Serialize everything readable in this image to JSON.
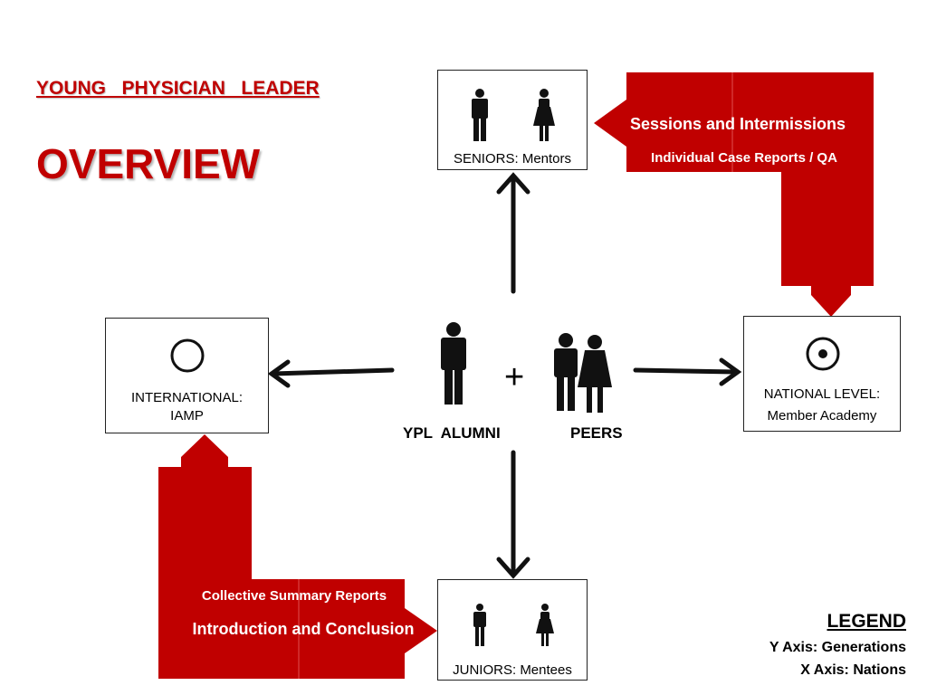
{
  "title": {
    "line1": "YOUNG   PHYSICIAN   LEADER",
    "line2": "OVERVIEW"
  },
  "boxes": {
    "seniors": "SENIORS: Mentors",
    "juniors": "JUNIORS:  Mentees",
    "international_line1": "INTERNATIONAL:",
    "international_line2": "IAMP",
    "national_line1": "NATIONAL LEVEL:",
    "national_line2": "Member Academy"
  },
  "center": {
    "alumni_label": "YPL  ALUMNI",
    "plus": "+",
    "peers_label": "PEERS"
  },
  "top_banner": {
    "line1": "Sessions and Intermissions",
    "line2": "Individual Case Reports / QA"
  },
  "bottom_banner": {
    "line1": "Collective Summary Reports",
    "line2": "Introduction and Conclusion"
  },
  "legend": {
    "title": "LEGEND",
    "y_axis": "Y Axis: Generations",
    "x_axis": "X Axis: Nations"
  },
  "colors": {
    "accent_red": "#c00000"
  },
  "icons": [
    "man-icon",
    "woman-icon",
    "couple-icon",
    "circle-icon",
    "circle-dot-icon"
  ]
}
